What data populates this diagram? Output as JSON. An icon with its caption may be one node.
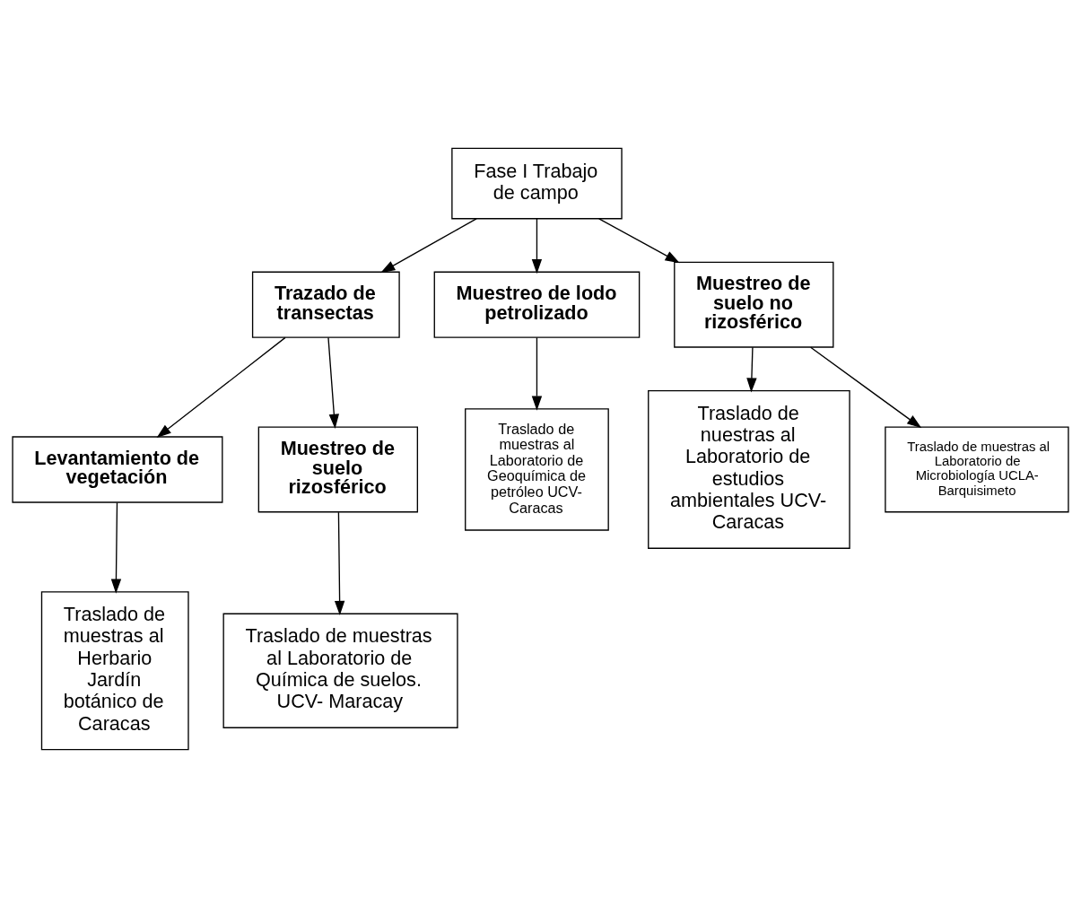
{
  "diagram": {
    "nodes": [
      {
        "text": [
          "Fase I Trabajo de campo"
        ]
      },
      {
        "text": [
          "Trazado de transectas"
        ]
      },
      {
        "text": [
          "Muestreo de lodo petrolizado"
        ]
      },
      {
        "text": [
          "Levantamiento de vegetación"
        ]
      },
      {
        "text": [
          "Muestreo de suelo rizosférico"
        ]
      },
      {
        "text": [
          "Muestreo de suelo no rizosférico"
        ]
      },
      {
        "text": [
          "Traslado de muestras al Herbario Jardín botánico de Caracas"
        ]
      },
      {
        "text": [
          "Traslado de muestras al Laboratorio de Química de suelos. UCV- Maracay"
        ]
      },
      {
        "text": [
          "Traslado de nuestras al Laboratorio de estudios ambientales UCV- Caracas"
        ]
      },
      {
        "text": [
          "Traslado de muestras al Laboratorio de Microbiología UCLA- Barquisimeto"
        ]
      },
      {
        "text": [
          "Traslado de muestras al Laboratorio de Geoquímica de petróleo UCV- Caracas"
        ]
      }
    ],
    "edges": [
      {
        "from": 0,
        "to": 1,
        "arrow": "to"
      },
      {
        "from": 0,
        "to": 5,
        "arrow": "to"
      },
      {
        "from": 0,
        "to": 2,
        "arrow": "to"
      },
      {
        "from": 1,
        "to": 3,
        "arrow": "to"
      },
      {
        "from": 1,
        "to": 4,
        "arrow": "to"
      },
      {
        "from": 3,
        "to": 6,
        "arrow": "to"
      },
      {
        "from": 4,
        "to": 7,
        "arrow": "to"
      },
      {
        "from": 5,
        "to": 8,
        "arrow": "to"
      },
      {
        "from": 5,
        "to": 9,
        "arrow": "to"
      },
      {
        "from": 2,
        "to": 10,
        "arrow": "to"
      }
    ]
  }
}
